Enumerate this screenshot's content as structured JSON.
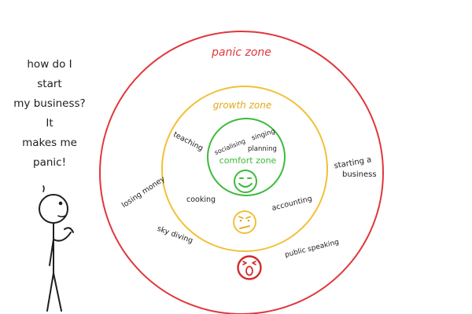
{
  "speech": {
    "lines": [
      "how do I",
      "start",
      "my business?",
      "It",
      "makes me",
      "panic!"
    ]
  },
  "zones": {
    "panic": {
      "label": "panic zone",
      "color": "#e0373b"
    },
    "growth": {
      "label": "growth zone",
      "color": "#f2c038"
    },
    "comfort": {
      "label": "comfort zone",
      "color": "#3dba3d"
    }
  },
  "comfort_items": {
    "singing": "singing",
    "socialising": "socialising",
    "planning": "planning"
  },
  "growth_items": {
    "teaching": "teaching",
    "cooking": "cooking",
    "accounting": "accounting"
  },
  "panic_items": {
    "starting_business_line1": "starting a",
    "starting_business_line2": "business",
    "losing_money": "losing money",
    "sky_diving": "sky diving",
    "public_speaking": "public speaking"
  },
  "faces": {
    "comfort": "smiling-face-icon",
    "growth": "worried-face-icon",
    "panic": "screaming-face-icon"
  },
  "figure": "stick-figure-thinking"
}
